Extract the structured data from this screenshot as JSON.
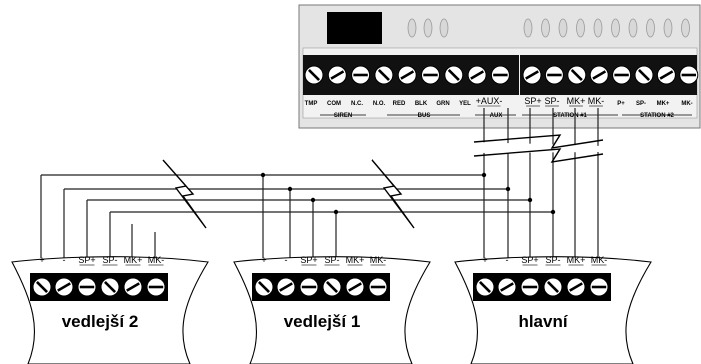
{
  "panel": {
    "labels": [
      "TMP",
      "COM",
      "N.C.",
      "N.O.",
      "RED",
      "BLK",
      "GRN",
      "YEL",
      "+AUX-",
      "SP+",
      "SP-",
      "MK+",
      "MK-",
      "P+",
      "SP-",
      "MK+",
      "MK-"
    ],
    "groups": [
      "SIREN",
      "BUS",
      "AUX",
      "STATION #1",
      "STATION #2"
    ]
  },
  "stations": [
    {
      "name": "vedlejší 2",
      "terminals": [
        "+",
        "-",
        "SP+",
        "SP-",
        "MK+",
        "MK-"
      ]
    },
    {
      "name": "vedlejší 1",
      "terminals": [
        "+",
        "-",
        "SP+",
        "SP-",
        "MK+",
        "MK-"
      ]
    },
    {
      "name": "hlavní",
      "terminals": [
        "+",
        "-",
        "SP+",
        "SP-",
        "MK+",
        "MK-"
      ]
    }
  ]
}
